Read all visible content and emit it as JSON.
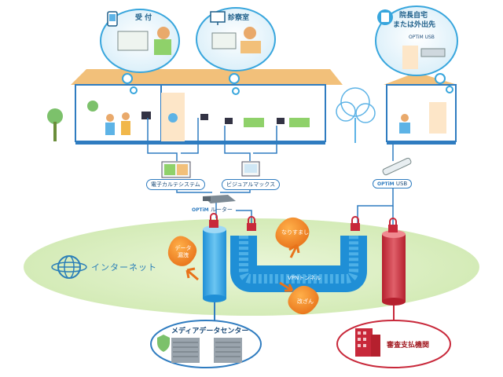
{
  "bubbles": {
    "reception": "受 付",
    "exam_room": "診察室",
    "home_line1": "院長自宅",
    "home_line2": "または外出先",
    "usb_brand": "OPTiM USB"
  },
  "devices": {
    "ehr_system": "電子カルテシステム",
    "visual_max": "ビジュアルマックス",
    "router": "ルーター",
    "router_brand": "OPTiM",
    "usb": "USB",
    "usb_brand": "OPTiM"
  },
  "network": {
    "internet": "インターネット",
    "vpn_tunnel": "VPNトンネル"
  },
  "threats": {
    "data_leak_line1": "データ",
    "data_leak_line2": "漏洩",
    "spoofing": "なりすまし",
    "tampering": "改ざん"
  },
  "destinations": {
    "data_center": "メディアデータセンター",
    "audit_org": "審査支払機関"
  },
  "colors": {
    "sky_blue": "#38a6dd",
    "orange": "#f08a24",
    "red": "#c8283a",
    "green": "#dff0c8",
    "roof": "#f2c07a"
  }
}
